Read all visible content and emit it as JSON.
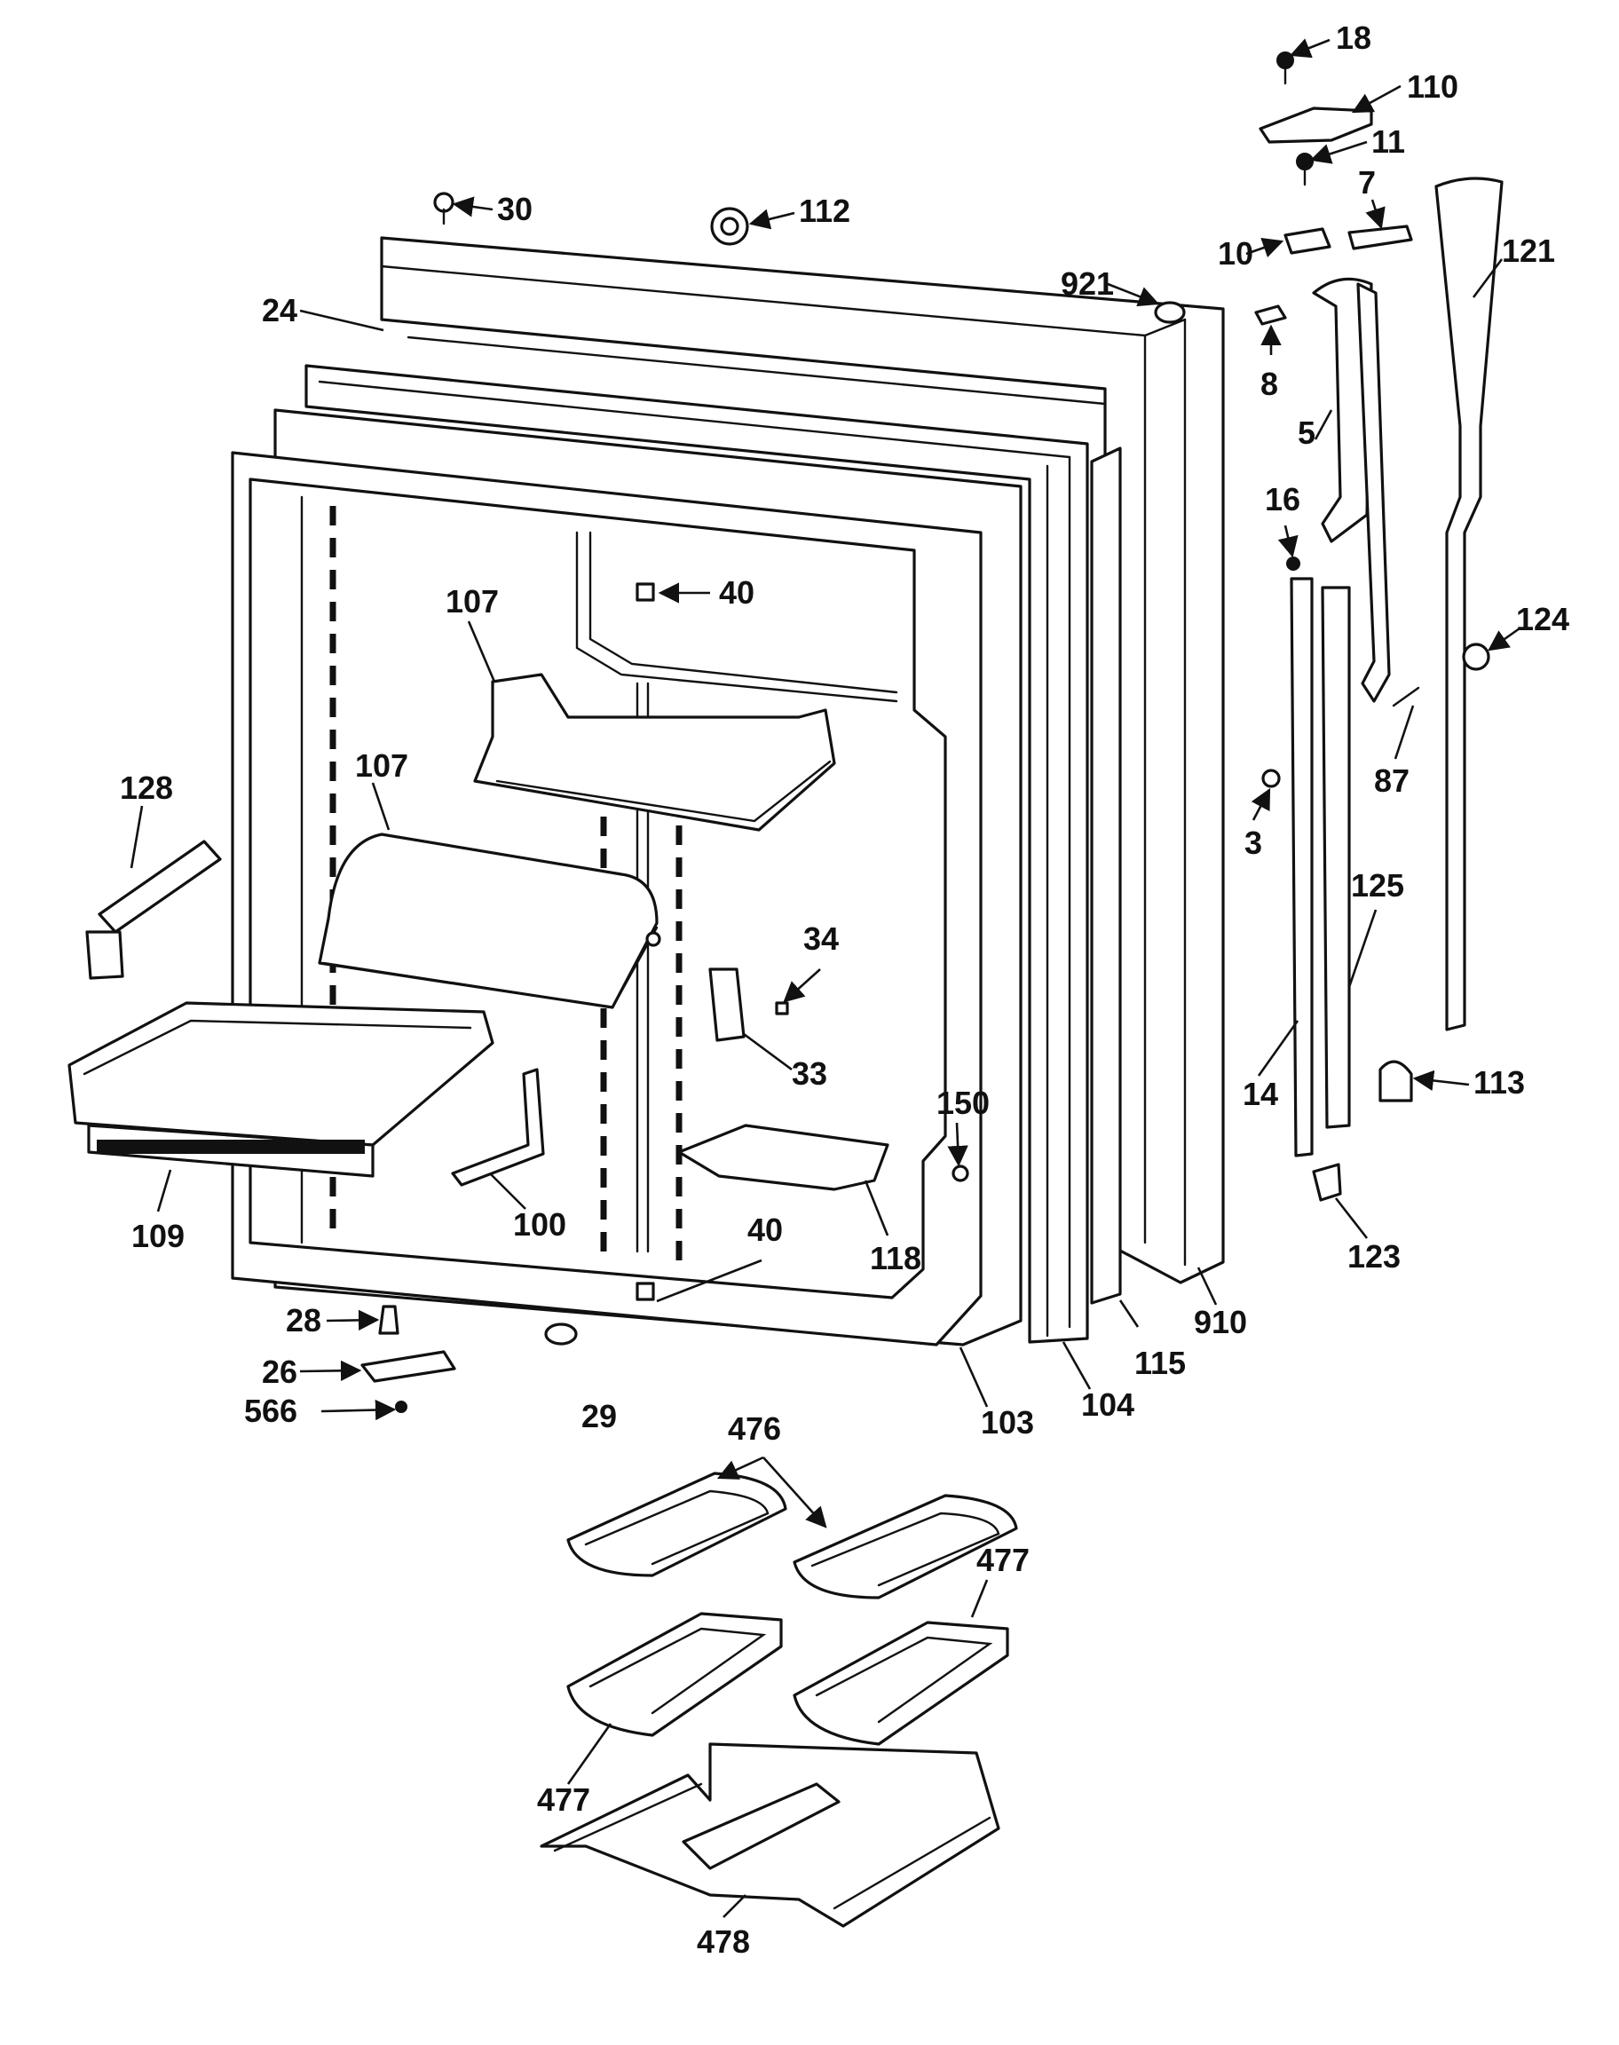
{
  "diagram": {
    "part_labels": [
      "18",
      "110",
      "11",
      "30",
      "112",
      "7",
      "10",
      "121",
      "921",
      "24",
      "8",
      "5",
      "16",
      "40",
      "107",
      "124",
      "107",
      "128",
      "87",
      "3",
      "125",
      "34",
      "33",
      "150",
      "14",
      "113",
      "109",
      "100",
      "118",
      "40",
      "123",
      "910",
      "28",
      "26",
      "566",
      "29",
      "103",
      "104",
      "115",
      "476",
      "477",
      "477",
      "478"
    ]
  }
}
